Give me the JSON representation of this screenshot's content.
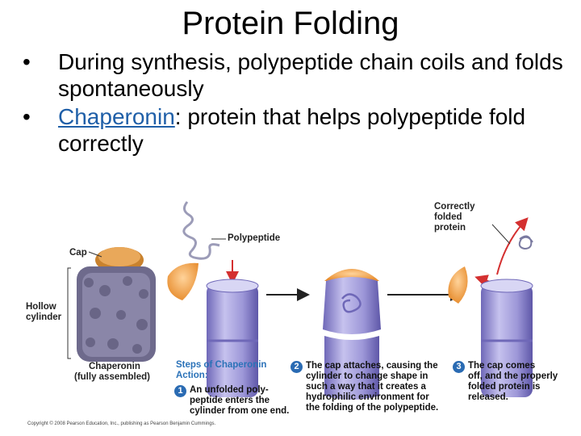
{
  "title": "Protein Folding",
  "bullets": [
    {
      "text_before": "",
      "link": "",
      "text_after": "During synthesis, polypeptide chain coils and folds spontaneously"
    },
    {
      "text_before": "",
      "link": "Chaperonin",
      "text_after": ": protein that helps polypeptide fold correctly"
    }
  ],
  "bullet_symbol": "•",
  "figure": {
    "labels": {
      "cap": "Cap",
      "hollow_line1": "Hollow",
      "hollow_line2": "cylinder",
      "chap_line1": "Chaperonin",
      "chap_line2": "(fully assembled)",
      "polypeptide": "Polypeptide",
      "correct_line1": "Correctly",
      "correct_line2": "folded",
      "correct_line3": "protein"
    },
    "steps_heading_line1": "Steps of Chaperonin",
    "steps_heading_line2": "Action:",
    "steps": [
      {
        "number": "1",
        "lines": [
          "An unfolded poly-",
          "peptide enters the",
          "cylinder from one end."
        ]
      },
      {
        "number": "2",
        "lines": [
          "The cap attaches, causing the",
          "cylinder to change shape in",
          "such a way that it creates a",
          "hydrophilic environment for",
          "the folding of the polypeptide."
        ]
      },
      {
        "number": "3",
        "lines": [
          "The cap comes",
          "off, and the properly",
          "folded protein is",
          "released."
        ]
      }
    ],
    "copyright": "Copyright © 2008 Pearson Education, Inc., publishing as Pearson Benjamin Cummings.",
    "colors": {
      "cap": "#f0a857",
      "cylinder": "#9d97d8",
      "cylinder_dark": "#6f68b8",
      "arrow_red": "#d43030",
      "steps_blue": "#2b72b8"
    }
  }
}
